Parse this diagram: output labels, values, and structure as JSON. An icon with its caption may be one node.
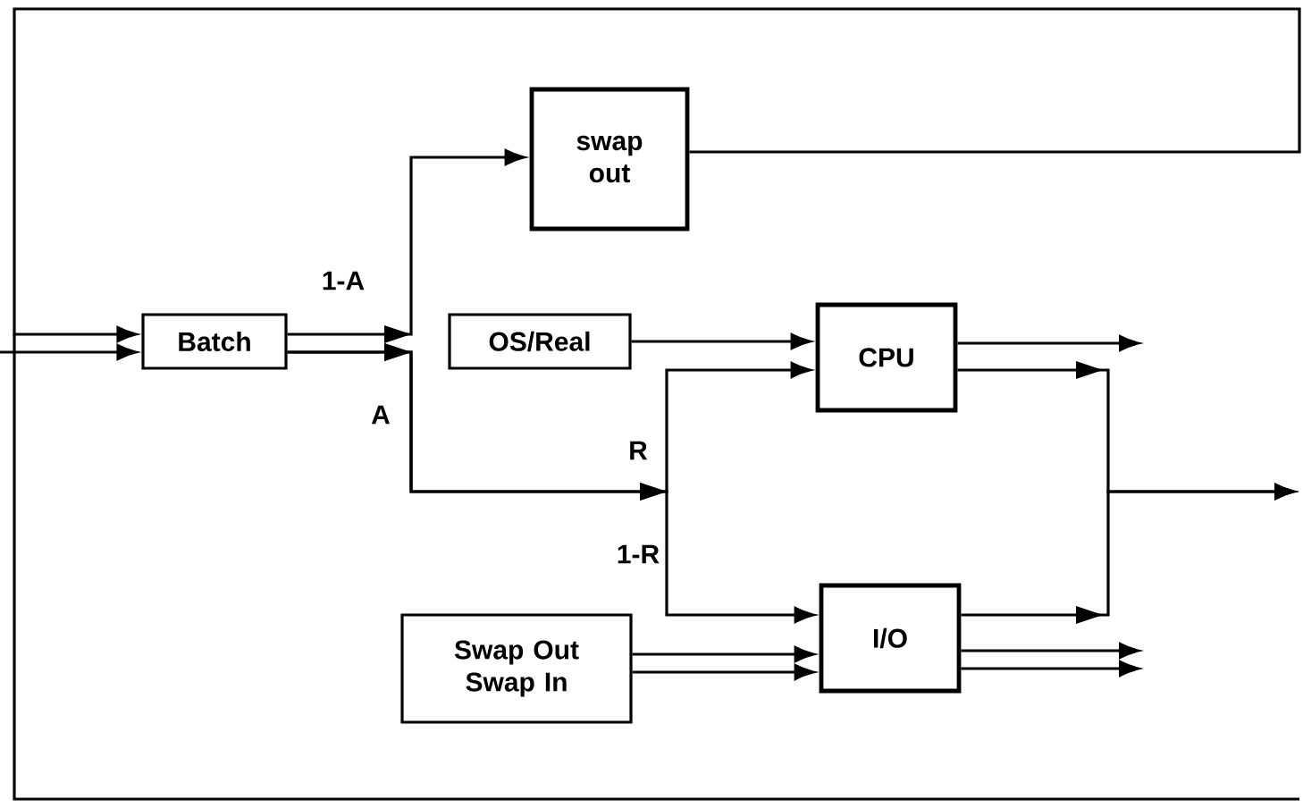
{
  "diagram": {
    "nodes": [
      {
        "text": [
          "Batch"
        ]
      },
      {
        "text": [
          "swap out"
        ]
      },
      {
        "text": [
          "OS/Real"
        ]
      },
      {
        "text": [
          "CPU"
        ]
      },
      {
        "text": [
          "I/O"
        ]
      },
      {
        "text": [
          "Swap Out Swap In"
        ]
      }
    ],
    "edges": [
      {
        "from": 1,
        "to": 0,
        "arrow": "to"
      },
      {
        "from": null,
        "to": 0,
        "arrow": "to"
      },
      {
        "from": 0,
        "to": 1,
        "arrow": "to"
      },
      {
        "from": 0,
        "to": 3,
        "arrow": "to"
      },
      {
        "from": 0,
        "to": 4,
        "arrow": "to"
      },
      {
        "from": 2,
        "to": 3,
        "arrow": "to"
      },
      {
        "from": 5,
        "to": 4,
        "arrow": "to"
      },
      {
        "from": 5,
        "to": 4,
        "arrow": "to"
      },
      {
        "from": 3,
        "to": null,
        "arrow": "to"
      },
      {
        "from": 3,
        "to": null,
        "arrow": "to"
      },
      {
        "from": 4,
        "to": null,
        "arrow": "to"
      },
      {
        "from": 4,
        "to": null,
        "arrow": "to"
      },
      {
        "from": 4,
        "to": null,
        "arrow": "to"
      }
    ],
    "labels": [
      "1-A",
      "A",
      "R",
      "1-R"
    ]
  }
}
